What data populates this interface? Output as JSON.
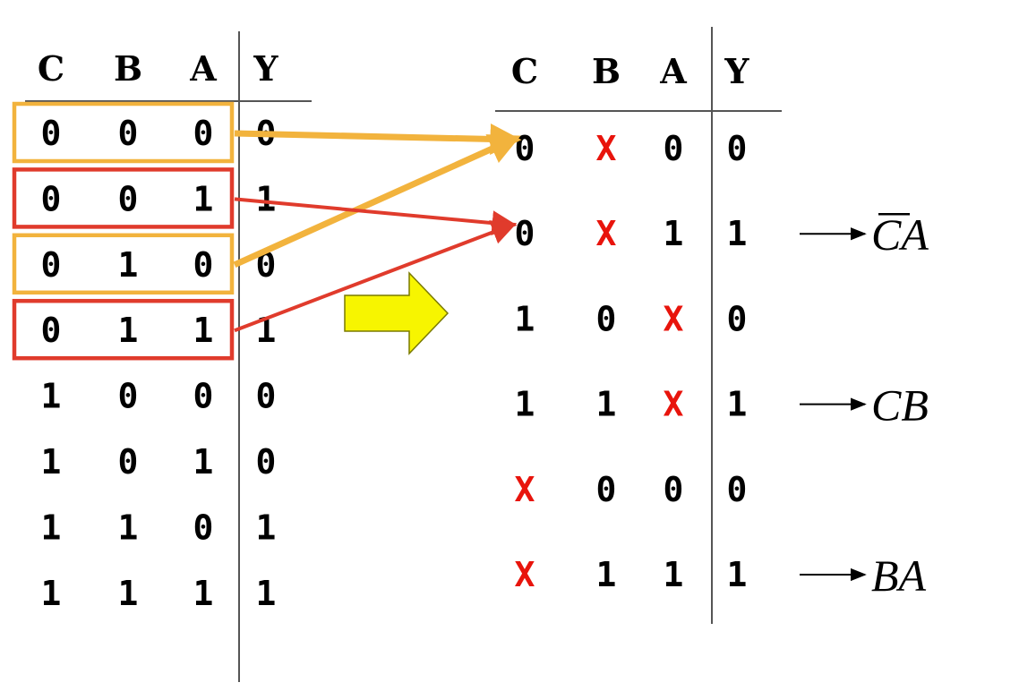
{
  "colors": {
    "text": "#000000",
    "x_mark": "#e8140c",
    "orange": "#f2b33d",
    "red": "#e03b2c",
    "yellow_arrow": "#f7f500",
    "rule": "#555555"
  },
  "left_table": {
    "headers": [
      "C",
      "B",
      "A",
      "Y"
    ],
    "rows": [
      [
        "0",
        "0",
        "0",
        "0"
      ],
      [
        "0",
        "0",
        "1",
        "1"
      ],
      [
        "0",
        "1",
        "0",
        "0"
      ],
      [
        "0",
        "1",
        "1",
        "1"
      ],
      [
        "1",
        "0",
        "0",
        "0"
      ],
      [
        "1",
        "0",
        "1",
        "0"
      ],
      [
        "1",
        "1",
        "0",
        "1"
      ],
      [
        "1",
        "1",
        "1",
        "1"
      ]
    ],
    "highlighted_rows": [
      {
        "row": 0,
        "color": "orange"
      },
      {
        "row": 1,
        "color": "red"
      },
      {
        "row": 2,
        "color": "orange"
      },
      {
        "row": 3,
        "color": "red"
      }
    ]
  },
  "right_table": {
    "headers": [
      "C",
      "B",
      "A",
      "Y"
    ],
    "rows": [
      [
        "0",
        "X",
        "0",
        "0"
      ],
      [
        "0",
        "X",
        "1",
        "1"
      ],
      [
        "1",
        "0",
        "X",
        "0"
      ],
      [
        "1",
        "1",
        "X",
        "1"
      ],
      [
        "X",
        "0",
        "0",
        "0"
      ],
      [
        "X",
        "1",
        "1",
        "1"
      ]
    ]
  },
  "mappings": [
    {
      "from_row": 0,
      "to_row": 0,
      "color": "orange"
    },
    {
      "from_row": 2,
      "to_row": 0,
      "color": "orange"
    },
    {
      "from_row": 1,
      "to_row": 1,
      "color": "red"
    },
    {
      "from_row": 3,
      "to_row": 1,
      "color": "red"
    }
  ],
  "annotations": [
    {
      "row": 1,
      "text": "CA",
      "overbar_letter": "C"
    },
    {
      "row": 3,
      "text": "CB"
    },
    {
      "row": 5,
      "text": "BA"
    }
  ]
}
